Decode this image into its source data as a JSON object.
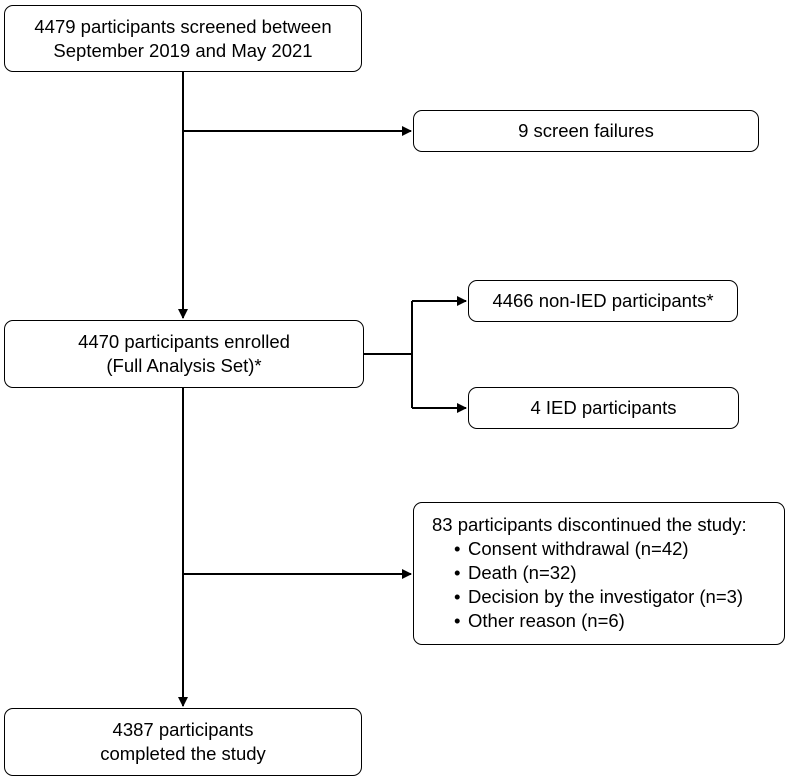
{
  "screened": {
    "line1": "4479 participants screened between",
    "line2": "September 2019 and May 2021"
  },
  "screen_failures": "9 screen failures",
  "enrolled": {
    "line1": "4470 participants enrolled",
    "line2": "(Full Analysis Set)*"
  },
  "non_ied": "4466 non-IED participants*",
  "ied": "4 IED participants",
  "discontinued": {
    "header": "83 participants discontinued the study:",
    "reasons": [
      "Consent withdrawal (n=42)",
      "Death (n=32)",
      "Decision by the investigator (n=3)",
      "Other reason (n=6)"
    ]
  },
  "completed": {
    "line1": "4387 participants",
    "line2": "completed the study"
  }
}
